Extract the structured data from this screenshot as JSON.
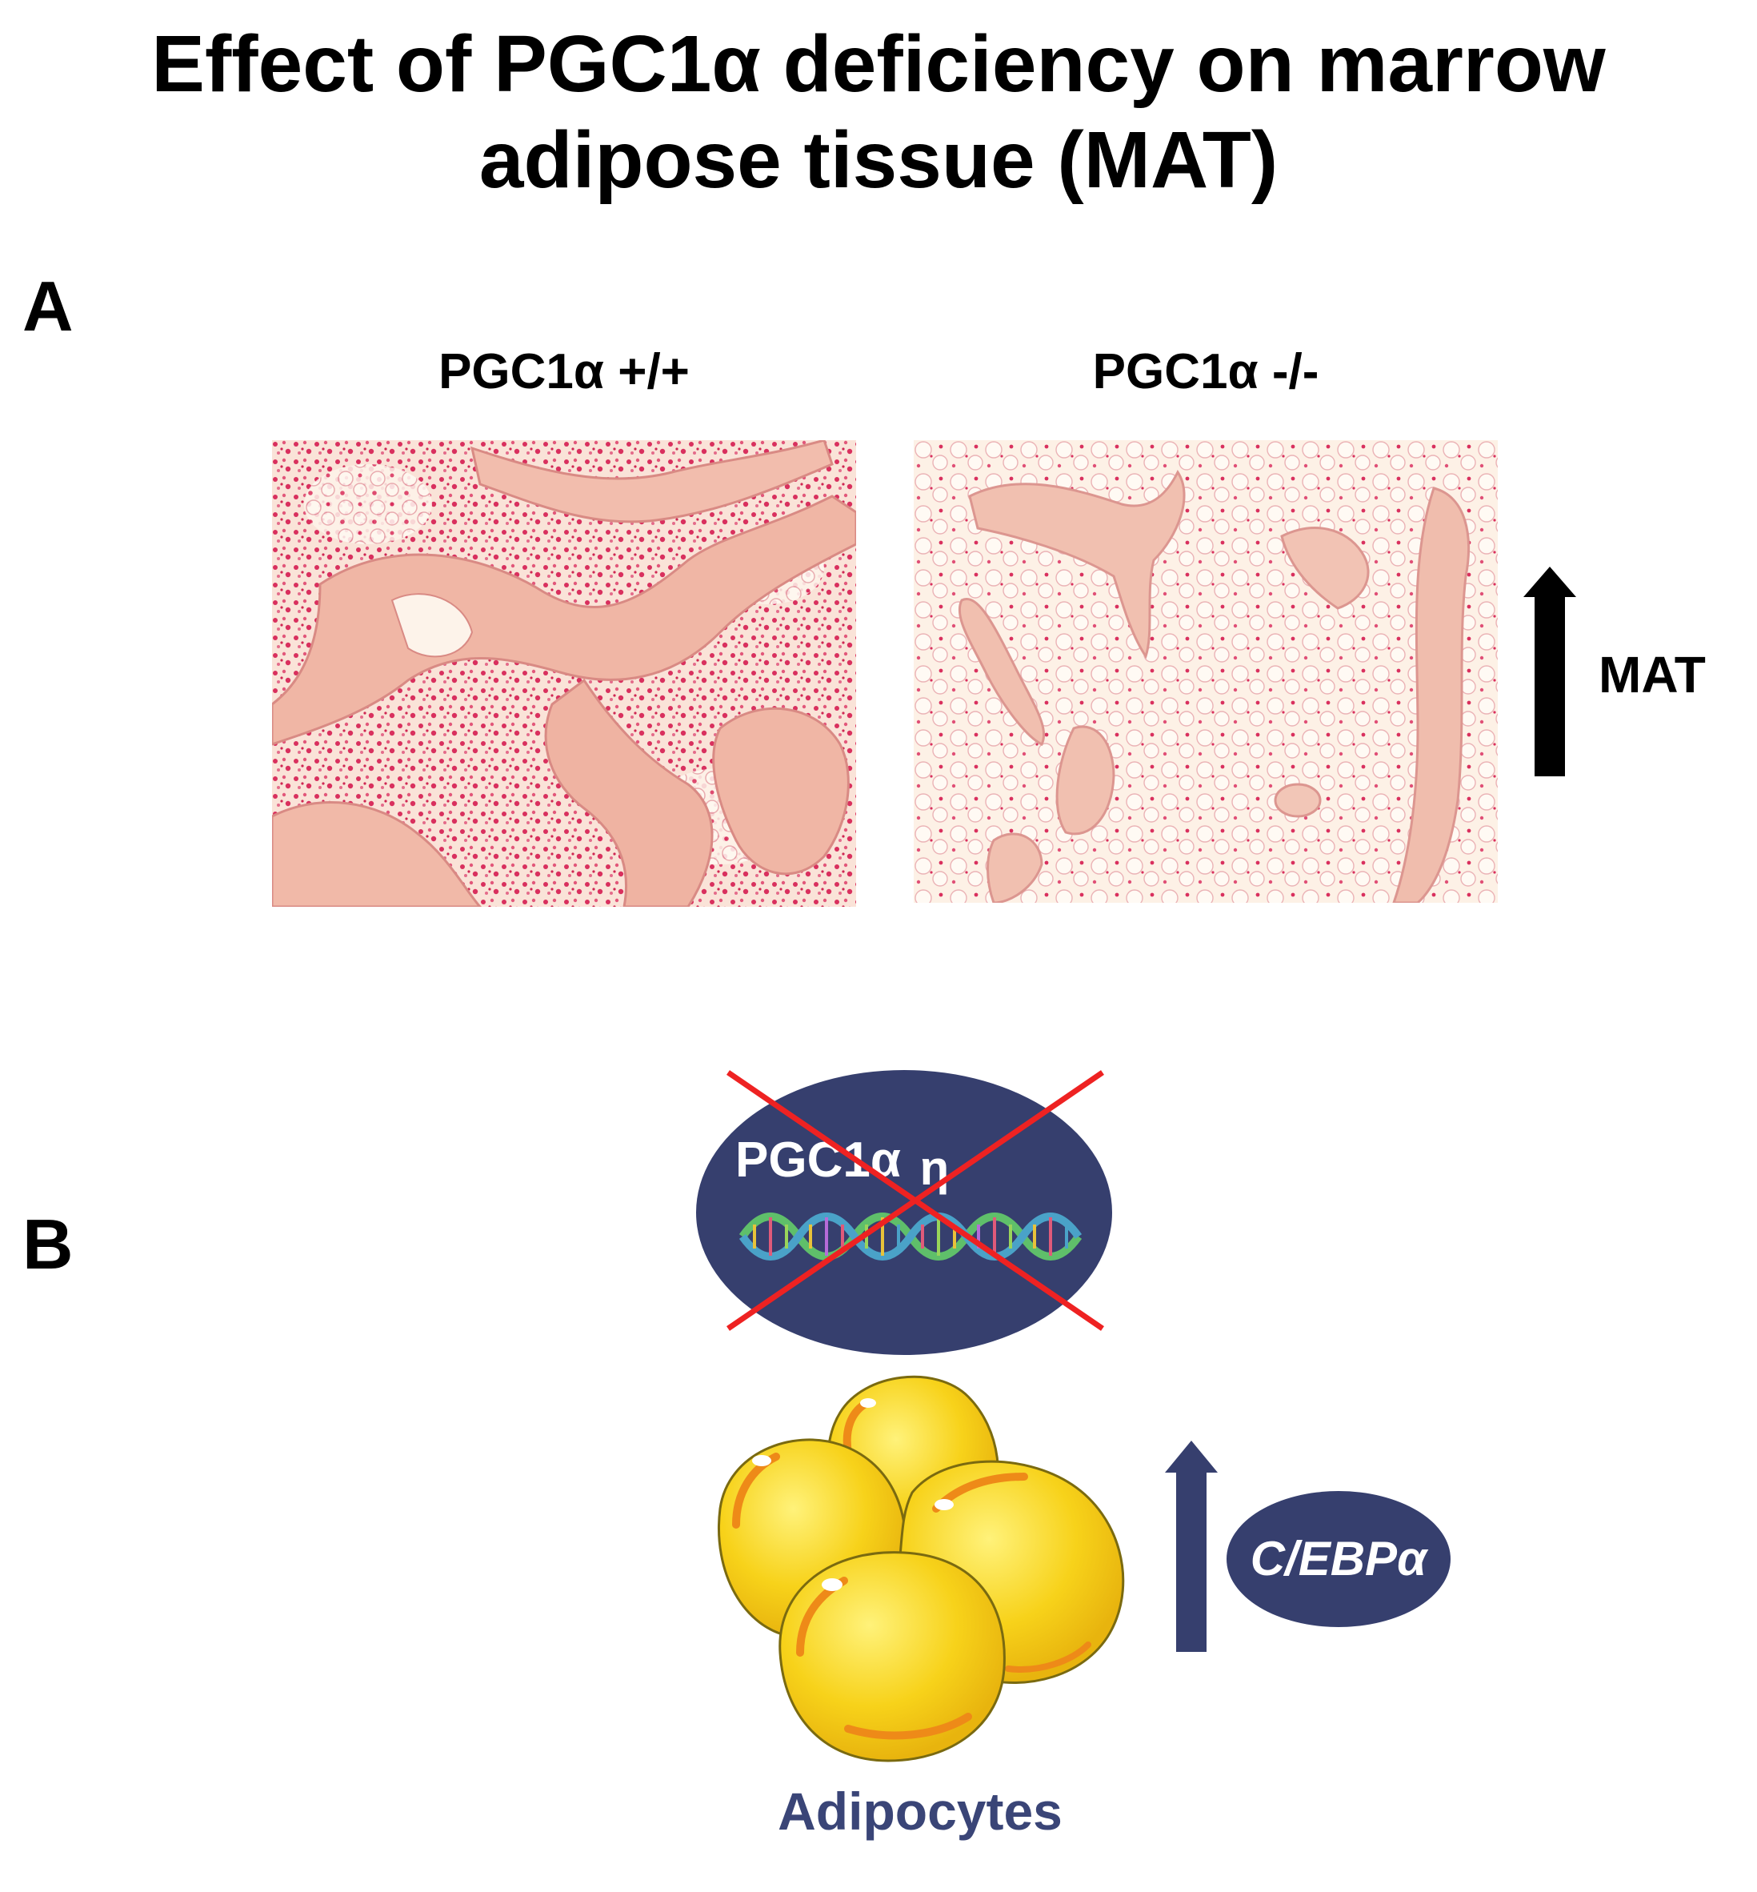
{
  "title": {
    "line1": "Effect of PGC1α deficiency on marrow",
    "line2": "adipose tissue (MAT)"
  },
  "panel_a": {
    "label": "A",
    "left_heading": "PGC1α +/+",
    "right_heading": "PGC1α -/-",
    "arrow_label": "MAT"
  },
  "panel_b": {
    "label": "B",
    "gene_label": "PGC1α",
    "gene_suffix": "η",
    "factor_label": "C/EBPα",
    "cells_label": "Adipocytes"
  },
  "colors": {
    "navy": "#363f6e",
    "cross_red": "#ee2222",
    "stain_pink": "#d9305e",
    "tissue_bg": "#fbe9df",
    "trabecula": "#f0b6a5",
    "fat_yellow": "#f7d21a",
    "fat_orange": "#ee8a18",
    "label_navy": "#3a4577"
  },
  "icons": [
    "up-arrow-icon",
    "dna-helix-icon",
    "cross-out-icon",
    "adipocyte-cluster-icon"
  ]
}
